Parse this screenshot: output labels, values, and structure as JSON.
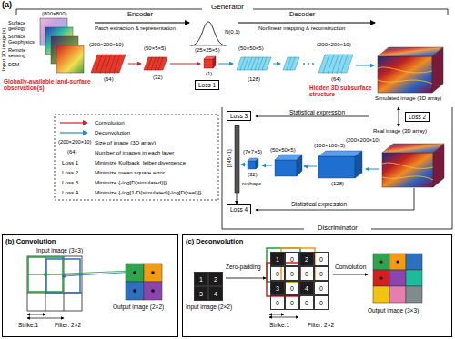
{
  "diagram": {
    "nodes": [
      {
        "text": [
          "Loss 1"
        ]
      },
      {
        "text": [
          "Loss 2"
        ]
      },
      {
        "text": [
          "Loss 3"
        ]
      },
      {
        "text": [
          "Loss 4"
        ]
      },
      {
        "text": [
          "(b) Convolution"
        ]
      },
      {
        "text": [
          "(c) Deconvolution"
        ]
      },
      {
        "text": [
          "1"
        ],
        "in": 5
      },
      {
        "text": [
          "2"
        ],
        "in": 5
      },
      {
        "text": [
          "3"
        ],
        "in": 5
      },
      {
        "text": [
          "4"
        ],
        "in": 5
      },
      {
        "text": [
          "1"
        ],
        "in": 5
      },
      {
        "text": [
          "0"
        ],
        "in": 5
      },
      {
        "text": [
          "2"
        ],
        "in": 5
      },
      {
        "text": [
          "0"
        ],
        "in": 5
      },
      {
        "text": [
          "0"
        ],
        "in": 5
      },
      {
        "text": [
          "0"
        ],
        "in": 5
      },
      {
        "text": [
          "0"
        ],
        "in": 5
      },
      {
        "text": [
          "0"
        ],
        "in": 5
      },
      {
        "text": [
          "3"
        ],
        "in": 5
      },
      {
        "text": [
          "0"
        ],
        "in": 5
      },
      {
        "text": [
          "4"
        ],
        "in": 5
      },
      {
        "text": [
          "0"
        ],
        "in": 5
      },
      {
        "text": [
          "0"
        ],
        "in": 5
      },
      {
        "text": [
          "0"
        ],
        "in": 5
      },
      {
        "text": [
          "0"
        ],
        "in": 5
      },
      {
        "text": [
          "0"
        ],
        "in": 5
      }
    ],
    "labels": [
      "(a)",
      "Generator",
      "(800×800)",
      "Input 2D image(s)",
      "Surface geology",
      "Surface Geophysics",
      "Remote sensing",
      "DEM",
      "Globally-available land-surface observation(s)",
      "Encoder",
      "Patch extraction & representation",
      "Decoder",
      "Nonlinear mapping & reconstruction",
      "(200×200×10)",
      "(64)",
      "(50×5×5)",
      "(32)",
      "N(0,1)",
      "(25×25×5)",
      "(1)",
      "(50×50×5)",
      "(128)",
      "(200×200×10)",
      "(64)",
      "Hidden 3D subsurface structure",
      "Simulated image (3D array)",
      "Real image (3D array)",
      "(200×200×10)",
      "Statistical expression",
      "(100×100×5)",
      "(128)",
      "(50×50×5)",
      "(7×7×5)",
      "(32)",
      "reshape",
      "[245×1]",
      "Statistical expression",
      "Discriminator",
      "(200×200×10)",
      "Size of image (3D array)",
      "(64)",
      "Number of images in each layer",
      "Loss 1",
      "Minimize Kullback_leiber divergence",
      "Loss 2",
      "Minimize mean square error",
      "Loss 3",
      "Minimize {-log[D(simulated)]}",
      "Loss 4",
      "Minimize {-log[1-D(simulated)]-log[D(real)]}",
      "Input image (3×3)",
      "Output image (2×2)",
      "Strike:1",
      "Filter: 2×2",
      "Zero-padding",
      "Input image (2×2)",
      "Convolution",
      "Output image (3×3)",
      "Strike:1",
      "Filter: 2×2"
    ],
    "legend": [
      {
        "text": "Convolution"
      },
      {
        "text": "Deconvolution"
      }
    ]
  }
}
